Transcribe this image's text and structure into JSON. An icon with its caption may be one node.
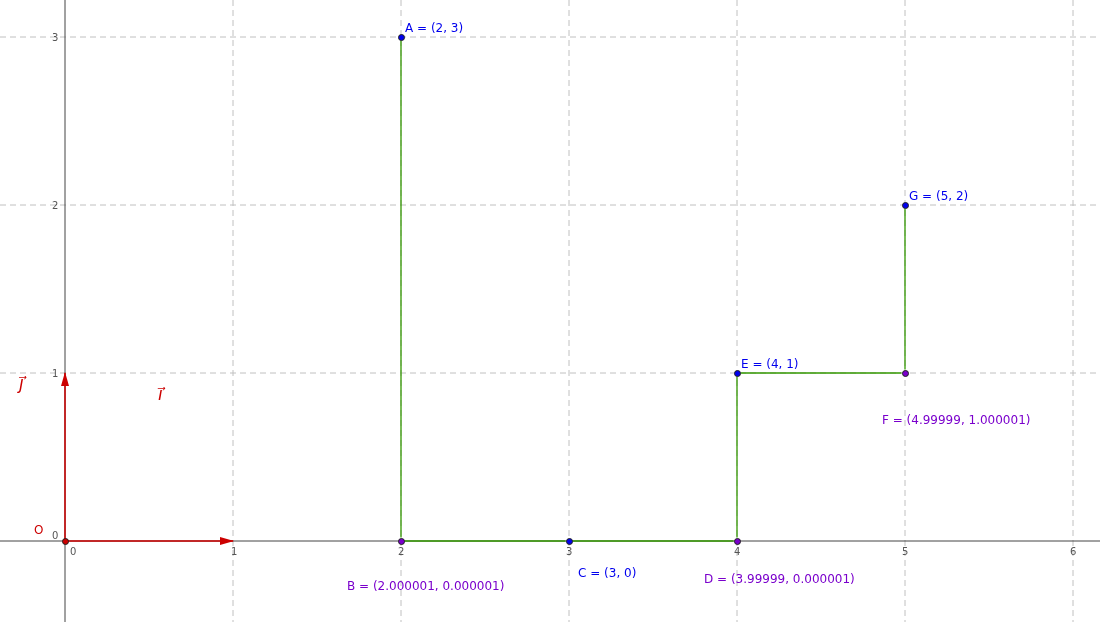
{
  "diagram": {
    "nodes": [
      {
        "text": [],
        "shape": "circle",
        "beside": [
          "O"
        ]
      },
      {
        "text": [],
        "shape": "circle",
        "beside": [
          "A = (2, 3)"
        ]
      },
      {
        "text": [],
        "shape": "circle",
        "beside": [
          "B = (2.000001, 0.000001)"
        ]
      },
      {
        "text": [],
        "shape": "circle",
        "beside": [
          "C = (3, 0)"
        ]
      },
      {
        "text": [],
        "shape": "circle",
        "beside": [
          "D = (3.99999, 0.000001)"
        ]
      },
      {
        "text": [],
        "shape": "circle",
        "beside": [
          "E = (4, 1)"
        ]
      },
      {
        "text": [],
        "shape": "circle",
        "beside": [
          "F = (4.99999, 1.000001)"
        ]
      },
      {
        "text": [],
        "shape": "circle",
        "beside": [
          "G = (5, 2)"
        ]
      }
    ],
    "edges": [
      {
        "from": 1,
        "to": 2,
        "arrow": "none"
      },
      {
        "from": 2,
        "to": 3,
        "arrow": "none"
      },
      {
        "from": 3,
        "to": 4,
        "arrow": "none"
      },
      {
        "from": 4,
        "to": 5,
        "arrow": "none"
      },
      {
        "from": 5,
        "to": 6,
        "arrow": "none"
      },
      {
        "from": 6,
        "to": 7,
        "arrow": "none"
      }
    ],
    "labels": [
      "3",
      "2",
      "1",
      "0",
      "0",
      "1",
      "2",
      "3",
      "4",
      "5",
      "6",
      "j⃗",
      "i⃗"
    ]
  }
}
